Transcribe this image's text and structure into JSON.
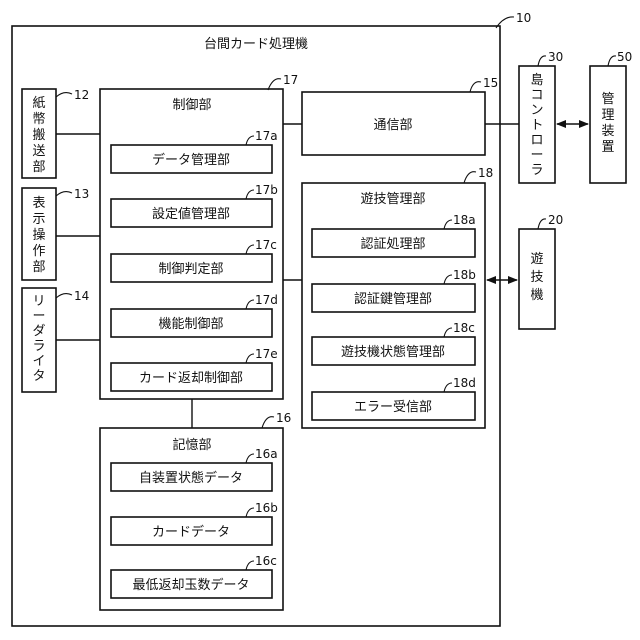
{
  "title": "台間カード処理機",
  "refs": {
    "r10": "10",
    "r12": "12",
    "r13": "13",
    "r14": "14",
    "r15": "15",
    "r16": "16",
    "r16a": "16a",
    "r16b": "16b",
    "r16c": "16c",
    "r17": "17",
    "r17a": "17a",
    "r17b": "17b",
    "r17c": "17c",
    "r17d": "17d",
    "r17e": "17e",
    "r18": "18",
    "r18a": "18a",
    "r18b": "18b",
    "r18c": "18c",
    "r18d": "18d",
    "r20": "20",
    "r30": "30",
    "r50": "50"
  },
  "left_units": {
    "bill_conveyor": [
      "紙",
      "幣",
      "搬",
      "送",
      "部"
    ],
    "display_panel": [
      "表",
      "示",
      "操",
      "作",
      "部"
    ],
    "reader_writer": [
      "リ",
      "ー",
      "ダ",
      "ラ",
      "イ",
      "タ"
    ]
  },
  "control": {
    "label": "制御部",
    "items": [
      "データ管理部",
      "設定値管理部",
      "制御判定部",
      "機能制御部",
      "カード返却制御部"
    ]
  },
  "comm": {
    "label": "通信部"
  },
  "game_mgmt": {
    "label": "遊技管理部",
    "items": [
      "認証処理部",
      "認証鍵管理部",
      "遊技機状態管理部",
      "エラー受信部"
    ]
  },
  "storage": {
    "label": "記憶部",
    "items": [
      "自装置状態データ",
      "カードデータ",
      "最低返却玉数データ"
    ]
  },
  "external": {
    "island_controller": [
      "島",
      "コ",
      "ン",
      "ト",
      "ロ",
      "ー",
      "ラ"
    ],
    "management_device": [
      "管",
      "理",
      "装",
      "置"
    ],
    "game_machine": [
      "遊",
      "技",
      "機"
    ]
  }
}
